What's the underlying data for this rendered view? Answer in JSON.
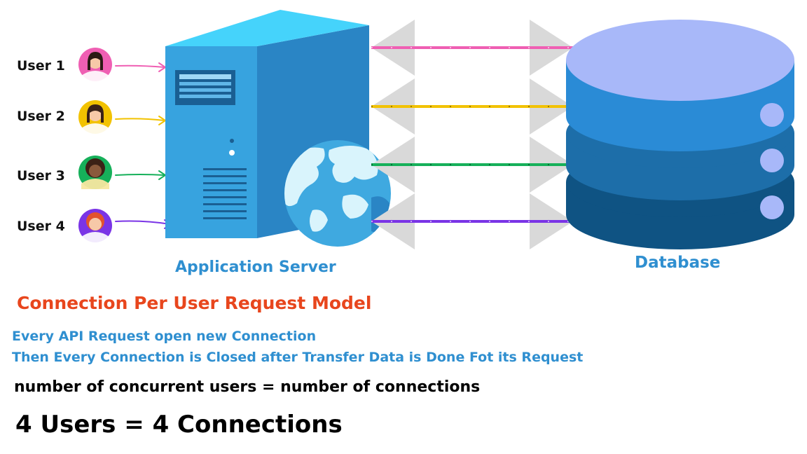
{
  "users": [
    {
      "label": "User 1",
      "color": "#ef5fb3"
    },
    {
      "label": "User 2",
      "color": "#f2c200"
    },
    {
      "label": "User 3",
      "color": "#16b05a"
    },
    {
      "label": "User 4",
      "color": "#7a34e6"
    }
  ],
  "server": {
    "caption": "Application Server",
    "icon": "server-tower-with-globe"
  },
  "database": {
    "caption": "Database",
    "icon": "database-cylinder"
  },
  "connections": [
    {
      "color": "#ef5fb3"
    },
    {
      "color": "#f2c200"
    },
    {
      "color": "#16b05a"
    },
    {
      "color": "#7a34e6"
    }
  ],
  "text": {
    "title": "Connection Per User Request Model",
    "desc_line1": "Every API Request open new Connection",
    "desc_line2": "Then Every Connection is Closed after Transfer Data is Done Fot its Request",
    "formula": "number of concurrent users = number of connections",
    "summary": "4 Users = 4 Connections"
  },
  "colors": {
    "title": "#e8461d",
    "caption": "#2f8fd0",
    "server_front": "#37a3df",
    "server_side": "#2a85c5",
    "server_top": "#45d3fb",
    "db_top": "#a8b8f9",
    "db_upper": "#2a8bd6",
    "db_middle": "#1d6ea9",
    "db_lower": "#0f5383"
  }
}
